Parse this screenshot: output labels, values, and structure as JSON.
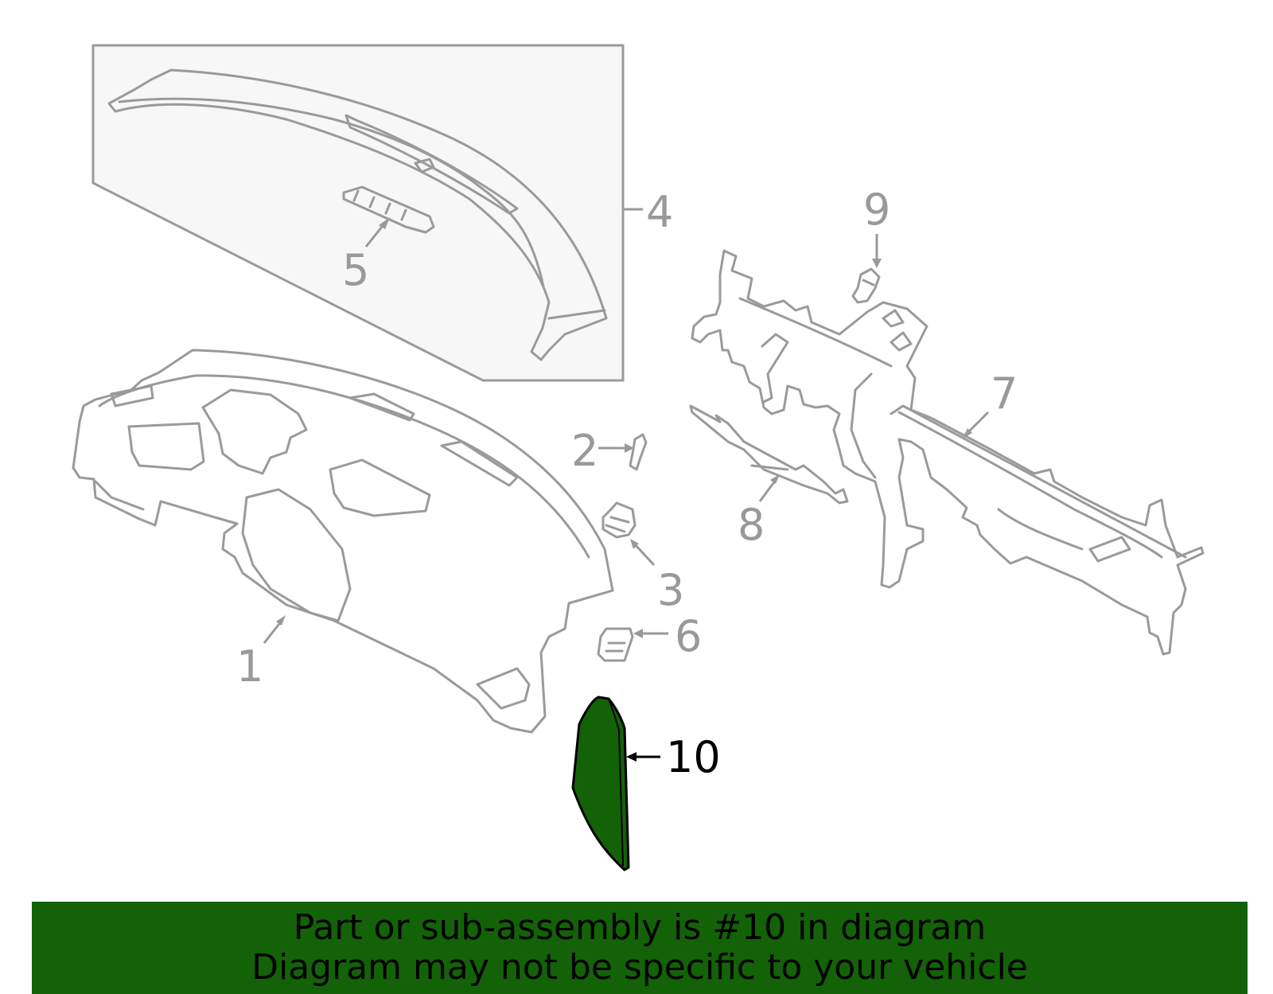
{
  "diagram": {
    "highlight_color": "#136207",
    "line_color": "#9a9a9a",
    "inset_background": "#f7f7f7",
    "callouts": [
      {
        "id": "1",
        "label": "1"
      },
      {
        "id": "2",
        "label": "2"
      },
      {
        "id": "3",
        "label": "3"
      },
      {
        "id": "4",
        "label": "4"
      },
      {
        "id": "5",
        "label": "5"
      },
      {
        "id": "6",
        "label": "6"
      },
      {
        "id": "7",
        "label": "7"
      },
      {
        "id": "8",
        "label": "8"
      },
      {
        "id": "9",
        "label": "9"
      },
      {
        "id": "10",
        "label": "10",
        "highlighted": true
      }
    ]
  },
  "banner": {
    "line1": "Part or sub-assembly is #10 in diagram",
    "line2": "Diagram may not be specific to your vehicle",
    "background": "#136207"
  }
}
